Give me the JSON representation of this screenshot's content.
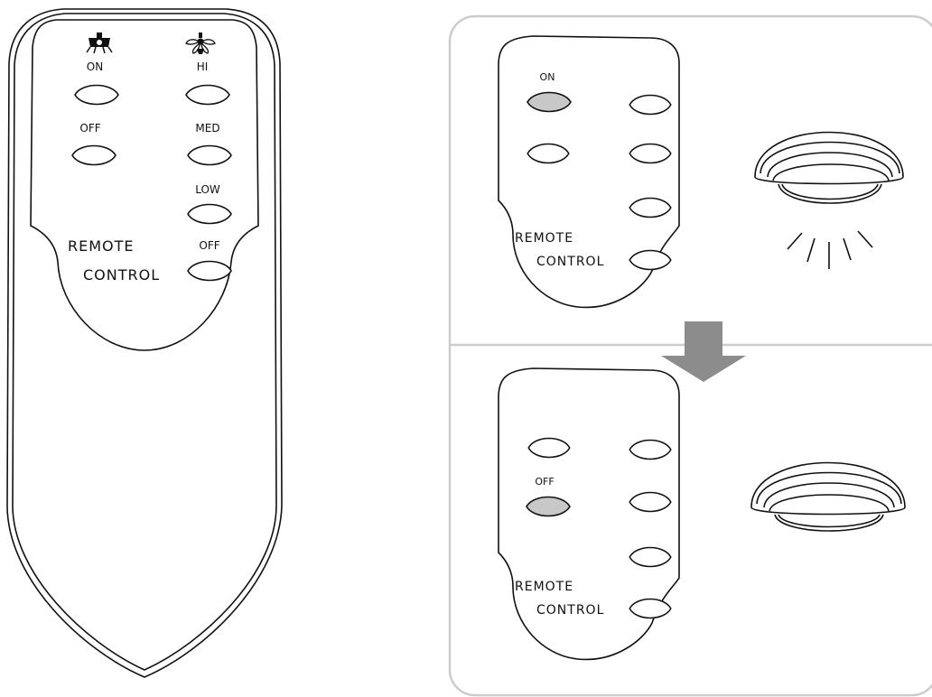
{
  "remote": {
    "light_on_label": "ON",
    "light_off_label": "OFF",
    "fan_hi_label": "HI",
    "fan_med_label": "MED",
    "fan_low_label": "LOW",
    "fan_off_label": "OFF",
    "name_line1": "REMOTE",
    "name_line2": "CONTROL",
    "light_icon": "ceiling-light-icon",
    "fan_icon": "ceiling-fan-icon"
  },
  "steps": {
    "top": {
      "pressed_label": "ON",
      "name_line1": "REMOTE",
      "name_line2": "CONTROL",
      "lamp_state": "on"
    },
    "bottom": {
      "pressed_label": "OFF",
      "name_line1": "REMOTE",
      "name_line2": "CONTROL",
      "lamp_state": "off"
    },
    "arrow_icon": "arrow-down-icon"
  },
  "colors": {
    "line": "#111111",
    "pressed_fill": "#c8c8c8",
    "panel_border": "#cccccc",
    "arrow": "#8c8c8c"
  }
}
